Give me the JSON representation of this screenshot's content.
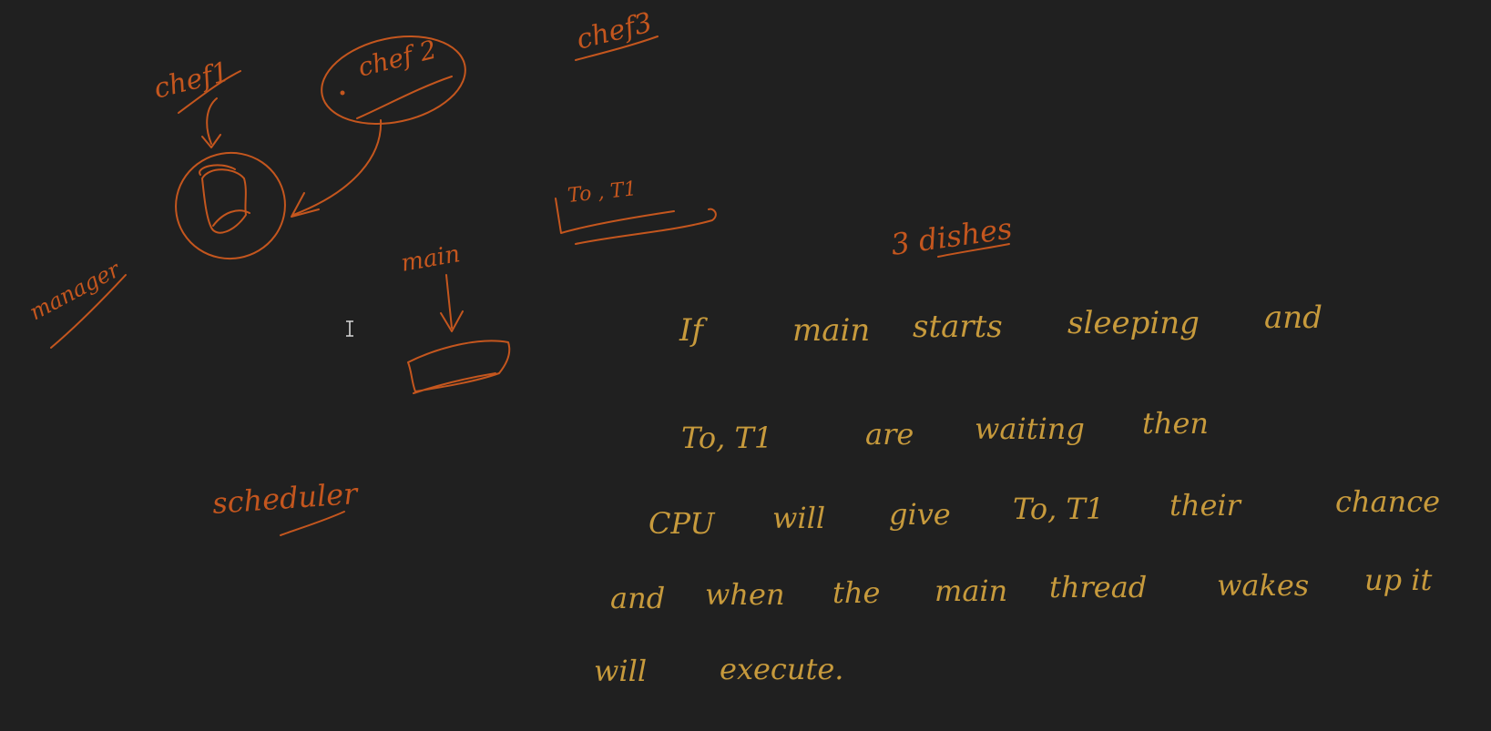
{
  "colors": {
    "background": "#202020",
    "diagram_ink": "#c4561e",
    "note_ink": "#c79a3c"
  },
  "diagram": {
    "chef1": "chef1",
    "chef2": "chef 2",
    "chef3": "chef3",
    "manager": "manager",
    "main": "main",
    "threads": "To , T1",
    "scheduler": "scheduler",
    "dishes": "3 dishes"
  },
  "notes": {
    "line1": [
      "If",
      "main",
      "starts",
      "sleeping",
      "and"
    ],
    "line2": [
      "To, T1",
      "are",
      "waiting",
      "then"
    ],
    "line3": [
      "CPU",
      "will",
      "give",
      "To, T1",
      "their",
      "chance"
    ],
    "line4": [
      "and",
      "when",
      "the",
      "main",
      "thread",
      "wakes",
      "up it"
    ],
    "line5": [
      "will",
      "execute."
    ]
  },
  "cursor_icon": "text-cursor-icon"
}
